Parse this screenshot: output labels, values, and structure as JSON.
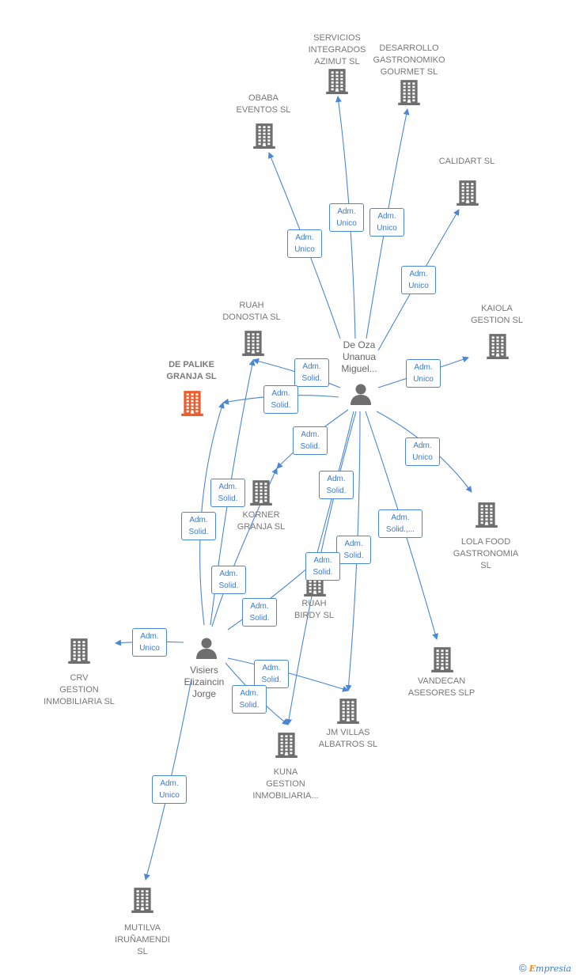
{
  "colors": {
    "edge": "#4a87d4",
    "building": "#6e6e6e",
    "focus_building": "#ef5b2a",
    "person": "#6e6e6e"
  },
  "people": [
    {
      "id": "p1",
      "label": "De Oza\nUnanua\nMiguel..."
    },
    {
      "id": "p2",
      "label": "Visiers\nElizaincin\nJorge"
    }
  ],
  "companies": [
    {
      "id": "servicios",
      "label": "SERVICIOS\nINTEGRADOS\nAZIMUT SL"
    },
    {
      "id": "desarrollo",
      "label": "DESARROLLO\nGASTRONOMIKO\nGOURMET SL"
    },
    {
      "id": "obaba",
      "label": "OBABA\nEVENTOS SL"
    },
    {
      "id": "calidart",
      "label": "CALIDART SL"
    },
    {
      "id": "ruah_donostia",
      "label": "RUAH\nDONOSTIA SL"
    },
    {
      "id": "kaiola",
      "label": "KAIOLA\nGESTION SL"
    },
    {
      "id": "de_palike",
      "label": "DE PALIKE\nGRANJA SL",
      "focus": true
    },
    {
      "id": "korner",
      "label": "KORNER\nGRANJA SL"
    },
    {
      "id": "lola",
      "label": "LOLA FOOD\nGASTRONOMIA\nSL"
    },
    {
      "id": "ruah_birdy",
      "label": "RUAH\nBIRDY SL"
    },
    {
      "id": "crv",
      "label": "CRV\nGESTION\nINMOBILIARIA SL"
    },
    {
      "id": "vandecan",
      "label": "VANDECAN\nASESORES SLP"
    },
    {
      "id": "jm_villas",
      "label": "JM VILLAS\nALBATROS SL"
    },
    {
      "id": "kuna",
      "label": "KUNA\nGESTION\nINMOBILIARIA..."
    },
    {
      "id": "mutilva",
      "label": "MUTILVA\nIRUÑAMENDI\nSL"
    }
  ],
  "relations": [
    {
      "id": "r1",
      "from": "p1",
      "to": "servicios",
      "role": "Adm.\nUnico"
    },
    {
      "id": "r2",
      "from": "p1",
      "to": "desarrollo",
      "role": "Adm.\nUnico"
    },
    {
      "id": "r3",
      "from": "p1",
      "to": "obaba",
      "role": "Adm.\nUnico"
    },
    {
      "id": "r4",
      "from": "p1",
      "to": "calidart",
      "role": "Adm.\nUnico"
    },
    {
      "id": "r5",
      "from": "p1",
      "to": "ruah_donostia",
      "role": "Adm.\nSolid."
    },
    {
      "id": "r6",
      "from": "p1",
      "to": "kaiola",
      "role": "Adm.\nUnico"
    },
    {
      "id": "r7",
      "from": "p1",
      "to": "de_palike",
      "role": "Adm.\nSolid."
    },
    {
      "id": "r8",
      "from": "p1",
      "to": "korner",
      "role": "Adm.\nSolid."
    },
    {
      "id": "r9",
      "from": "p1",
      "to": "lola",
      "role": "Adm.\nUnico"
    },
    {
      "id": "r10",
      "from": "p1",
      "to": "ruah_birdy",
      "role": "Adm.\nSolid."
    },
    {
      "id": "r11",
      "from": "p1",
      "to": "vandecan",
      "role": "Adm.\nSolid.,..."
    },
    {
      "id": "r12",
      "from": "p1",
      "to": "jm_villas",
      "role": "Adm.\nSolid."
    },
    {
      "id": "r13",
      "from": "p1",
      "to": "kuna",
      "role": "Adm.\nSolid."
    },
    {
      "id": "r14",
      "from": "p2",
      "to": "ruah_donostia",
      "role": "Adm.\nSolid."
    },
    {
      "id": "r15",
      "from": "p2",
      "to": "de_palike",
      "role": "Adm.\nSolid."
    },
    {
      "id": "r16",
      "from": "p2",
      "to": "korner",
      "role": "Adm.\nSolid."
    },
    {
      "id": "r17",
      "from": "p2",
      "to": "ruah_birdy",
      "role": "Adm.\nSolid."
    },
    {
      "id": "r18",
      "from": "p2",
      "to": "crv",
      "role": "Adm.\nUnico"
    },
    {
      "id": "r19",
      "from": "p2",
      "to": "jm_villas",
      "role": "Adm.\nSolid."
    },
    {
      "id": "r20",
      "from": "p2",
      "to": "kuna",
      "role": "Adm.\nSolid."
    },
    {
      "id": "r21",
      "from": "p2",
      "to": "mutilva",
      "role": "Adm.\nUnico"
    }
  ],
  "brand": {
    "copyright": "©",
    "initial": "E",
    "rest": "mpresia"
  }
}
